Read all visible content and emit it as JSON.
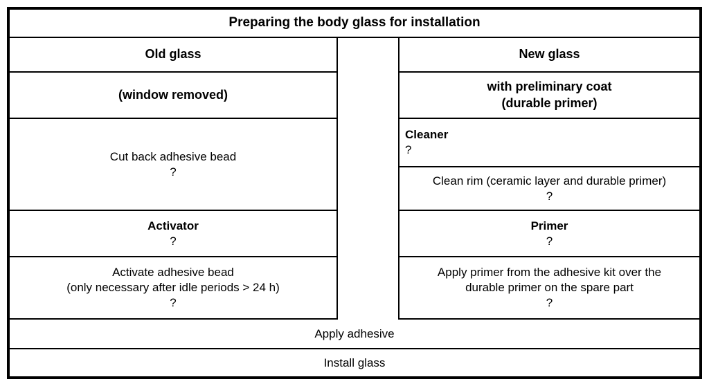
{
  "diagram": {
    "title": "Preparing the body glass for installation",
    "type": "process-table",
    "columns": {
      "left": {
        "name": "Old glass",
        "subtitle": "(window removed)"
      },
      "right": {
        "name": "New glass",
        "subtitle_line1": "with preliminary coat",
        "subtitle_line2": "(durable primer)"
      }
    },
    "left_column_steps": [
      {
        "id": "cut-back-adhesive-bead",
        "text": "Cut back adhesive bead",
        "marker": "?",
        "bold": false
      },
      {
        "id": "activator",
        "text": "Activator",
        "marker": "?",
        "bold": true
      },
      {
        "id": "activate-adhesive-bead",
        "line1": "Activate adhesive bead",
        "line2": "(only necessary after idle periods > 24 h)",
        "marker": "?",
        "bold": false
      }
    ],
    "right_column_steps": [
      {
        "id": "cleaner",
        "text": "Cleaner",
        "marker": "?",
        "bold": true
      },
      {
        "id": "clean-rim",
        "text": "Clean rim (ceramic layer and durable primer)",
        "marker": "?",
        "bold": false
      },
      {
        "id": "primer",
        "text": "Primer",
        "marker": "?",
        "bold": true
      },
      {
        "id": "apply-primer",
        "line1": "Apply primer from the adhesive kit over the",
        "line2": "durable primer on the spare part",
        "marker": "?",
        "bold": false
      }
    ],
    "common_steps": [
      {
        "id": "apply-adhesive",
        "text": "Apply adhesive"
      },
      {
        "id": "install-glass",
        "text": "Install glass"
      }
    ]
  },
  "colors": {
    "border": "#000000",
    "background": "#ffffff",
    "text": "#000000"
  }
}
